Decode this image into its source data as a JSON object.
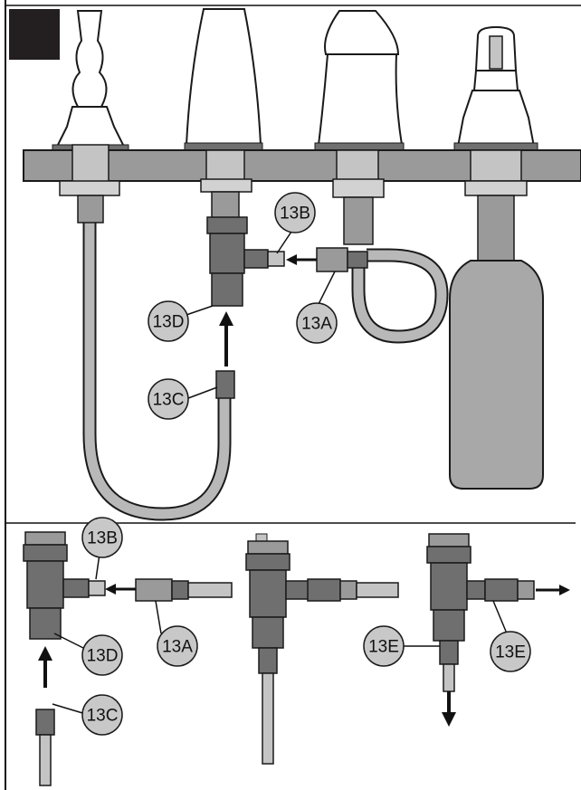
{
  "labels": {
    "l13a": "13A",
    "l13b": "13B",
    "l13c": "13C",
    "l13d": "13D",
    "l13e": "13E"
  },
  "colors": {
    "outline": "#1a1a1a",
    "panel_fill": "#9a9a9a",
    "dark_metal": "#6f6f6f",
    "light_metal": "#c4c4c4",
    "tube": "#b8b8b8",
    "bottle": "#a8a8a8",
    "callout_fill": "#c8c8c8",
    "step_box": "#231f20"
  }
}
